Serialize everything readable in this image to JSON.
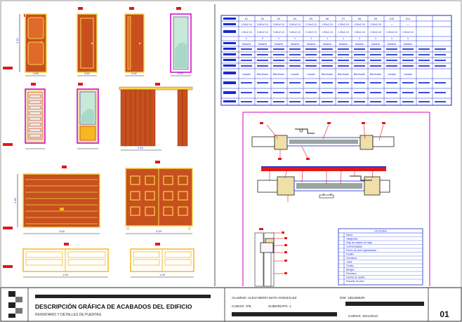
{
  "drawing": {
    "title": "DESCRIPCIÓN GRÁFICA DE ACABADOS DEL EDIFICIO",
    "subtitle": "INVENTARIO Y DETALLES DE PUERTAS",
    "sheet_number": "01",
    "student": "ALUMNO: ALEJANDRO MATA GONZÁLEZ",
    "dni": "DNI: 15515652R",
    "course": "CURSO: 3ºB",
    "subgroup": "SUBGRUPO: 1",
    "school_year": "CURSO: 2011/2012"
  },
  "schedule_table": {
    "columns": [
      "D1",
      "D2",
      "D3",
      "D4",
      "D5",
      "D6",
      "D7",
      "D8",
      "D9",
      "D10",
      "D11"
    ],
    "size_row_1": [
      "1.00x2.10",
      "0.82x2.10",
      "0.82x2.10",
      "0.82x2.10",
      "2.10x2.10",
      "1.00x2.10",
      "1.30x2.10",
      "1.50x2.10",
      "2.00x2.10",
      "—",
      "—"
    ],
    "size_row_2": [
      "1.00x2.10",
      "0.82x2.10",
      "0.82x2.10",
      "0.82x2.10",
      "2.10x2.10",
      "1.00x2.10",
      "1.30x2.10",
      "1.50x2.10",
      "2.00x2.10",
      "2.00x2.10",
      "2.00x2.10"
    ],
    "units_row": [
      "1",
      "2",
      "1",
      "1",
      "1",
      "1",
      "1",
      "2",
      "1",
      "1",
      "1"
    ],
    "finish_row": [
      "Lacado",
      "Barnizado",
      "Barnizado",
      "Lacado",
      "Lacado",
      "Barnizado",
      "Barnizado",
      "Barnizado",
      "Barnizado",
      "Lacado",
      "Lacado"
    ],
    "material_row": [
      "Madera",
      "Madera",
      "Madera",
      "Madera",
      "Madera",
      "Madera",
      "Madera",
      "Madera",
      "Madera",
      "Madera",
      "Madera"
    ]
  },
  "elevations": {
    "door_width_1": "0.85",
    "door_width_2": "0.82",
    "door_width_3": "0.82",
    "door_width_4": "0.92",
    "door_height": "2.10",
    "folding_width": "2.40",
    "garage_width": "3.00",
    "garage_height": "2.40",
    "double_width": "2.00",
    "window_width_1": "1.50",
    "window_width_2": "1.00"
  },
  "legend": {
    "title": "LEYENDA",
    "items": [
      "Marco",
      "Tapajuntas",
      "Hoja de madera de haya",
      "Contrachapado",
      "Pernio de acero galvanizado",
      "Pestillo",
      "Cerradura",
      "Junta",
      "Tornillo",
      "Bisagra",
      "Premarco",
      "Fabrica de ladrillo",
      "Enlucido de yeso"
    ]
  },
  "colors": {
    "door_fill": "#c8501e",
    "door_frame": "#f5d64a",
    "door_panel": "#e06a2a",
    "line_blue": "#1a2ad0",
    "line_red": "#e01818",
    "line_magenta": "#d000d0",
    "line_dark": "#222222"
  }
}
